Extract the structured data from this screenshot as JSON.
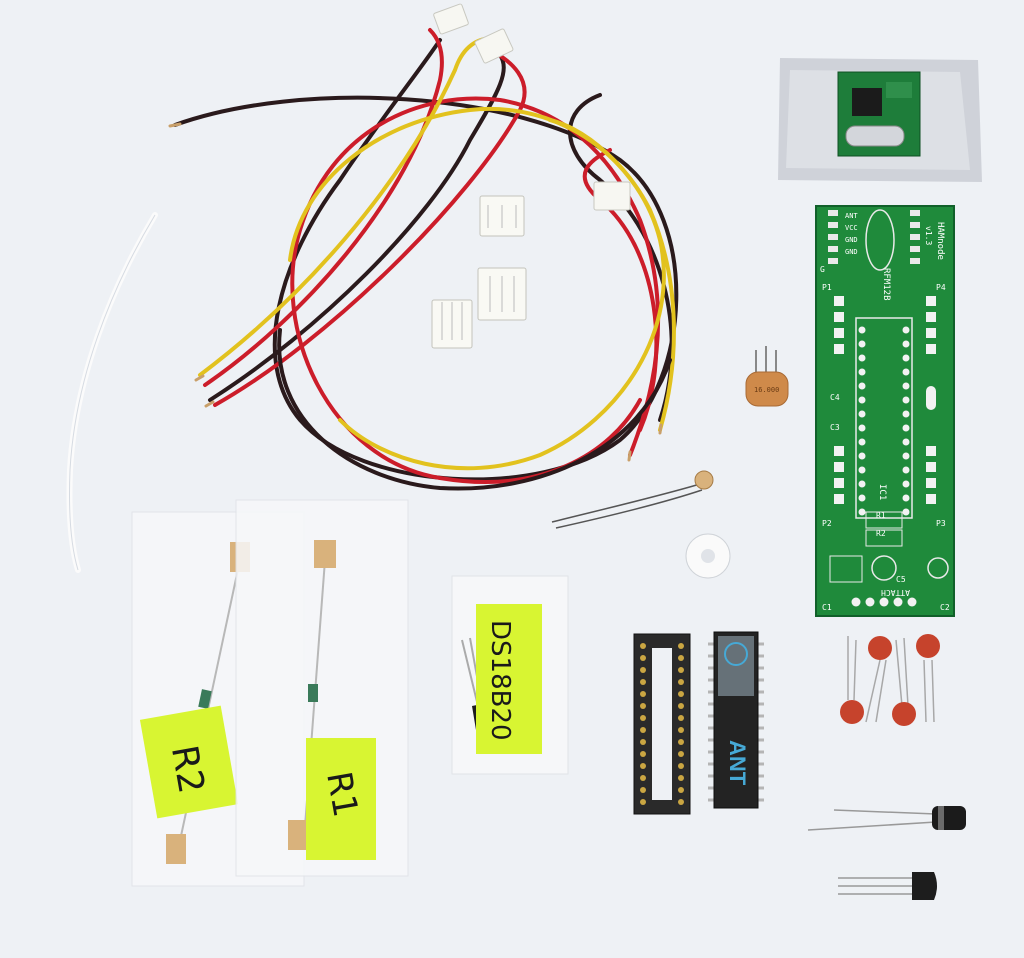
{
  "labels": {
    "r2": "R2",
    "r1": "R1",
    "sensor": "DS18B20"
  },
  "pcb": {
    "module": "RFM12B",
    "name": "HAMnode",
    "version": "v1.3",
    "ic": "IC1",
    "attach": "ATTACH",
    "pins": [
      "ANT",
      "VCC",
      "GND",
      "GND"
    ],
    "refs": [
      "P1",
      "P2",
      "P3",
      "P4",
      "C1",
      "C2",
      "C3",
      "C4",
      "C5",
      "R1",
      "R2",
      "G"
    ]
  },
  "chip": {
    "marking": "ANT"
  },
  "resonator": {
    "marking": "16.000"
  },
  "colors": {
    "background": "#eef1f5",
    "wire_red": "#cc1d2a",
    "wire_yellow": "#e2c21e",
    "wire_black": "#2a1a1c",
    "pcb_green": "#1f8a3b",
    "sticky_note": "#d8f532",
    "ceramic_cap": "#c6432c",
    "resonator": "#cf8a4a"
  }
}
